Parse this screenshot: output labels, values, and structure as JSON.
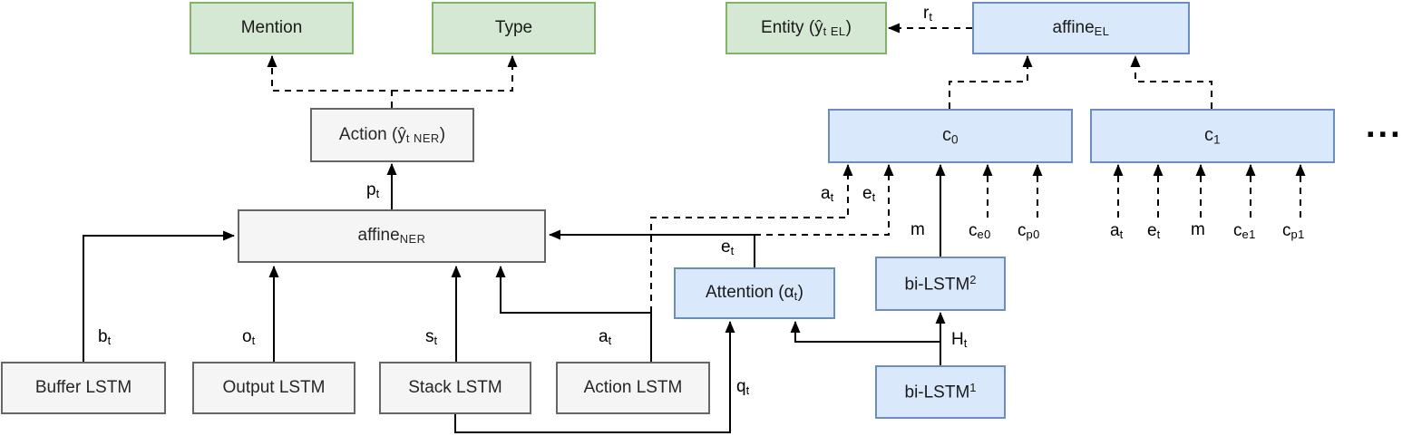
{
  "diagram": {
    "title_hint": "NER + Entity Linking stack-LSTM architecture diagram",
    "colors": {
      "green_fill": "#d5e8d4",
      "green_stroke": "#82b366",
      "blue_fill": "#dae8fc",
      "blue_stroke": "#6c8ebf",
      "gray_fill": "#f5f5f5",
      "gray_stroke": "#666666",
      "edge_color": "#000000"
    },
    "nodes": {
      "mention": {
        "label": "Mention"
      },
      "type": {
        "label": "Type"
      },
      "entity": {
        "pre": "Entity (ŷ",
        "sub": "t EL",
        "post": ")"
      },
      "affine_el": {
        "pre": "affine",
        "sub": "EL"
      },
      "action": {
        "pre": "Action (ŷ",
        "sub": "t NER",
        "post": ")"
      },
      "affine_ner": {
        "pre": "affine",
        "sub": "NER"
      },
      "c0": {
        "pre": "c",
        "sub": "0"
      },
      "c1": {
        "pre": "c",
        "sub": "1"
      },
      "attention": {
        "pre": "Attention (α",
        "sub": "t",
        "post": ")"
      },
      "bilstm2": {
        "pre": "bi-LSTM",
        "sup": "2"
      },
      "bilstm1": {
        "pre": "bi-LSTM",
        "sup": "1"
      },
      "buffer_lstm": {
        "label": "Buffer LSTM"
      },
      "output_lstm": {
        "label": "Output LSTM"
      },
      "stack_lstm": {
        "label": "Stack LSTM"
      },
      "action_lstm": {
        "label": "Action LSTM"
      }
    },
    "edge_labels": {
      "bt": {
        "main": "b",
        "sub": "t"
      },
      "ot": {
        "main": "o",
        "sub": "t"
      },
      "st": {
        "main": "s",
        "sub": "t"
      },
      "at_action": {
        "main": "a",
        "sub": "t"
      },
      "pt": {
        "main": "p",
        "sub": "t"
      },
      "et_attention": {
        "main": "e",
        "sub": "t"
      },
      "qt": {
        "main": "q",
        "sub": "t"
      },
      "ht": {
        "main": "H",
        "sub": "t"
      },
      "rt": {
        "main": "r",
        "sub": "t"
      },
      "at_c0": {
        "main": "a",
        "sub": "t"
      },
      "et_c0": {
        "main": "e",
        "sub": "t"
      },
      "m_c0": {
        "main": "m"
      },
      "ce0": {
        "main": "c",
        "sub": "e0"
      },
      "cp0": {
        "main": "c",
        "sub": "p0"
      },
      "at_c1": {
        "main": "a",
        "sub": "t"
      },
      "et_c1": {
        "main": "e",
        "sub": "t"
      },
      "m_c1": {
        "main": "m"
      },
      "ce1": {
        "main": "c",
        "sub": "e1"
      },
      "cp1": {
        "main": "c",
        "sub": "p1"
      }
    },
    "ellipsis": "..."
  }
}
